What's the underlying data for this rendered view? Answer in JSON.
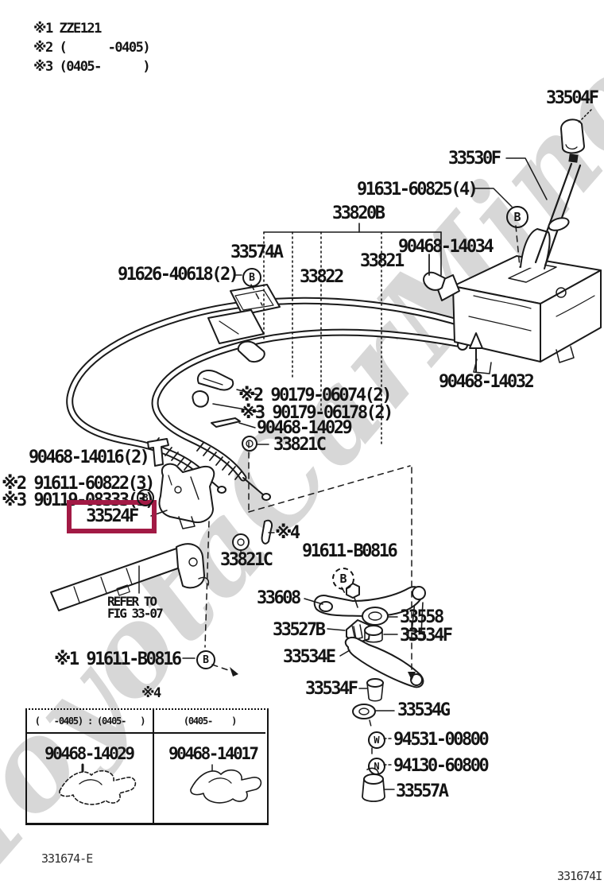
{
  "colors": {
    "line": "#1a1a1a",
    "highlight_box": "#a21a45",
    "watermark": "#d7d7d7"
  },
  "watermark": {
    "text": "ToyotaCarMine.ru"
  },
  "legend": {
    "items": [
      "※1 ZZE121",
      "※2 (      -0405)",
      "※3 (0405-      )"
    ]
  },
  "labels": {
    "knob": "33504F",
    "lever": "33530F",
    "bolt_lever": "91631-60825(4)",
    "cable_assy": "33820B",
    "clip_14034": "90468-14034",
    "cable_select": "33821",
    "cover": "33574A",
    "cable_shift": "33822",
    "bolt_cover": "91626-40618(2)",
    "clamp_14032": "90468-14032",
    "clip_06074": "※2 90179-06074(2)",
    "clip_06178": "※3 90179-06178(2)",
    "clip_14029": "90468-14029",
    "ring_33821c_1": "33821C",
    "clip_14016": "90468-14016(2)",
    "bolt_60822": "※2 91611-60822(3)",
    "bolt_08333": "※3 90119-08333(3)",
    "retainer": "33524F",
    "ring_33821c_2": "33821C",
    "note_4": "※4",
    "bolt_b0816_top": "91611-B0816",
    "lever_33608": "33608",
    "refer_line1": "REFER TO",
    "refer_line2": "FIG 33-07",
    "bolt_b0816_bottom": "※1 91611-B0816",
    "clip_33527b": "33527B",
    "bush_33558": "33558",
    "washer_33534f_1": "33534F",
    "lever_33534e": "33534E",
    "washer_33534f_2": "33534F",
    "washer_33534g": "33534G",
    "washer_94531": "94531-00800",
    "nut_94130": "94130-60800",
    "cap_33557a": "33557A",
    "table_note": "※4",
    "table_header_left": "(   -0405) : (0405-   )",
    "table_header_right": "(0405-    )",
    "table_cell_left": "90468-14029",
    "table_cell_right": "90468-14017",
    "footer_left": "331674-E",
    "footer_right": "331674I"
  },
  "markers": {
    "b": "B",
    "w": "W",
    "n": "N"
  }
}
